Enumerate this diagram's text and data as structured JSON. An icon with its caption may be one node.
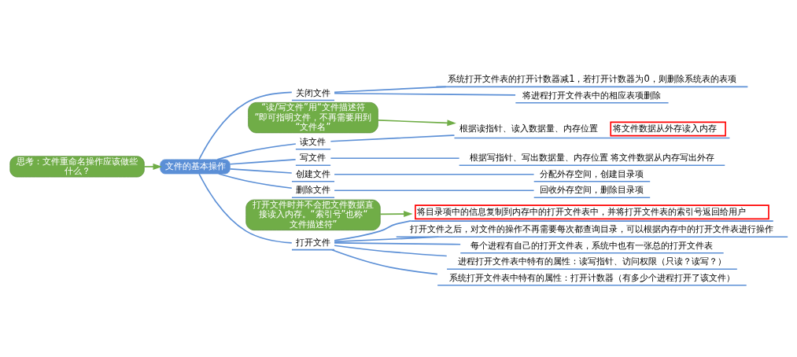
{
  "diagram": {
    "nodes": [
      {
        "text": [
          "文件的基本操作"
        ]
      },
      {
        "text": [
          "创建文件"
        ]
      },
      {
        "text": [
          "分配外存空间，创建目录项"
        ]
      },
      {
        "text": [
          "删除文件"
        ]
      },
      {
        "text": [
          "回收外存空间，删除目录项"
        ]
      },
      {
        "text": [
          "打开文件"
        ]
      },
      {
        "text": [
          "将目录项中的信息复制到内存中的打开文件表中，并将打开文件表的索引号返回给用户"
        ]
      },
      {
        "text": [
          "打开文件之后，对文件的操作不再需要每次都查询目录，可以根据内存中的打开文件表进行操作"
        ]
      },
      {
        "text": [
          "每个进程有自己的打开文件表，系统中也有一张总的打开文件表"
        ]
      },
      {
        "text": [
          "进程打开文件表中特有的属性：读写指针、访问权限（只读？读写？）"
        ]
      },
      {
        "text": [
          "系统打开文件表中特有的属性：打开计数器（有多少个进程打开了该文件）"
        ]
      },
      {
        "text": [
          "关闭文件"
        ]
      },
      {
        "text": [
          "将进程打开文件表中的相应表项删除"
        ]
      },
      {
        "text": [
          "系统打开文件表的打开计数器减1，若打开计数器为0，则删除系统表的表项"
        ]
      },
      {
        "text": [
          "读文件"
        ]
      },
      {
        "text": [
          "根据读指针、读入数据量、内存位置",
          "将文件数据从外存读入内存"
        ]
      },
      {
        "text": [
          "写文件"
        ]
      },
      {
        "text": [
          "根据写指针、写出数据量、内存位置 将文件数据从内存写出外存"
        ]
      },
      {
        "text": [
          "思考：文件重命名操作应该做些什么？"
        ]
      },
      {
        "text": [
          "打开文件时并不会把文件数据直接读入内存。“索引号”也称“文件描述符”"
        ]
      },
      {
        "text": [
          "“读/写文件”用“文件描述符”即可指明文件，不再需要用到“文件名”"
        ]
      }
    ],
    "edges": [
      {
        "from": 0,
        "to": 1,
        "arrow": "none"
      },
      {
        "from": 1,
        "to": 2,
        "arrow": "none"
      },
      {
        "from": 0,
        "to": 3,
        "arrow": "none"
      },
      {
        "from": 3,
        "to": 4,
        "arrow": "none"
      },
      {
        "from": 0,
        "to": 5,
        "arrow": "none"
      },
      {
        "from": 5,
        "to": 6,
        "arrow": "none"
      },
      {
        "from": 5,
        "to": 7,
        "arrow": "none"
      },
      {
        "from": 5,
        "to": 8,
        "arrow": "none"
      },
      {
        "from": 5,
        "to": 9,
        "arrow": "none"
      },
      {
        "from": 5,
        "to": 10,
        "arrow": "none"
      },
      {
        "from": 0,
        "to": 11,
        "arrow": "none"
      },
      {
        "from": 11,
        "to": 12,
        "arrow": "none"
      },
      {
        "from": 11,
        "to": 13,
        "arrow": "none"
      },
      {
        "from": 0,
        "to": 14,
        "arrow": "none"
      },
      {
        "from": 14,
        "to": 15,
        "arrow": "none"
      },
      {
        "from": 0,
        "to": 16,
        "arrow": "none"
      },
      {
        "from": 16,
        "to": 17,
        "arrow": "none"
      },
      {
        "from": 18,
        "to": 0,
        "arrow": "to",
        "color": "#70ad47"
      },
      {
        "from": 19,
        "to": 6,
        "arrow": "to",
        "color": "#70ad47"
      },
      {
        "from": 20,
        "to": 15,
        "arrow": "to",
        "color": "#70ad47"
      }
    ]
  }
}
